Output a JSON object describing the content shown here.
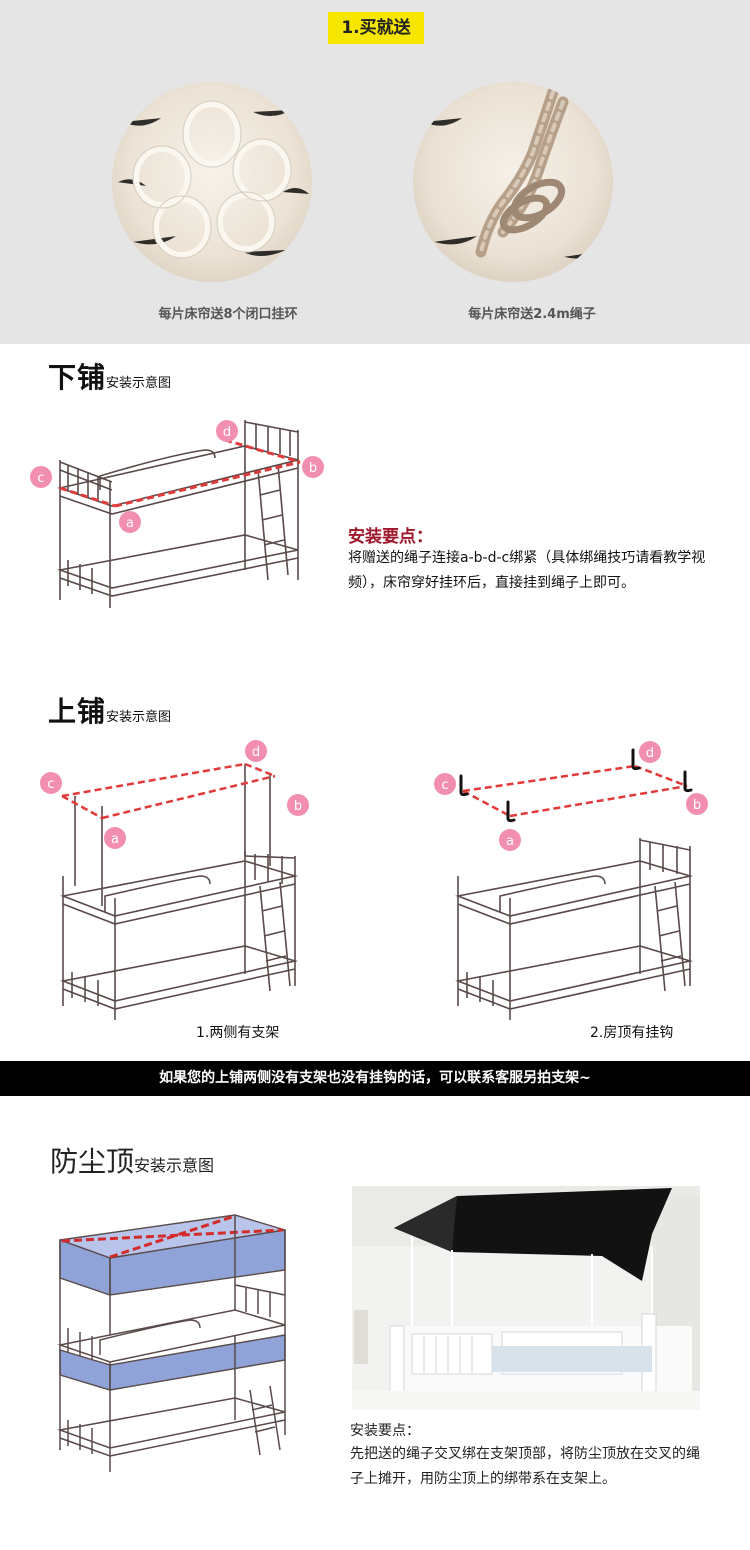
{
  "gift": {
    "badge": "1.买就送",
    "items": [
      {
        "caption": "每片床帘送8个闭口挂环",
        "icon": "curtain-rings"
      },
      {
        "caption": "每片床帘送2.4m绳子",
        "icon": "rope-coil"
      }
    ]
  },
  "lower_bunk": {
    "title": "下铺",
    "subtitle": "安装示意图",
    "points": [
      "a",
      "b",
      "c",
      "d"
    ],
    "tip_title": "安装要点：",
    "tip_body": "将赠送的绳子连接a-b-d-c绑紧（具体绑绳技巧请看教学视频），床帘穿好挂环后，直接挂到绳子上即可。"
  },
  "upper_bunk": {
    "title": "上铺",
    "subtitle": "安装示意图",
    "points": [
      "a",
      "b",
      "c",
      "d"
    ],
    "option1_caption": "1.两侧有支架",
    "option2_caption": "2.房顶有挂钩"
  },
  "notice": "如果您的上铺两侧没有支架也没有挂钩的话，可以联系客服另拍支架~",
  "dust_top": {
    "title": "防尘顶",
    "subtitle": "安装示意图",
    "tip_title": "安装要点：",
    "tip_body": "先把送的绳子交叉绑在支架顶部，将防尘顶放在交叉的绳子上摊开，用防尘顶上的绑带系在支架上。"
  },
  "colors": {
    "badge": "#f6e600",
    "marker": "#f28fae",
    "rope_line": "#e03a3a",
    "dust_cover": "#8fa3d9",
    "tip_title": "#a0162a",
    "notice_bg": "#000000"
  }
}
